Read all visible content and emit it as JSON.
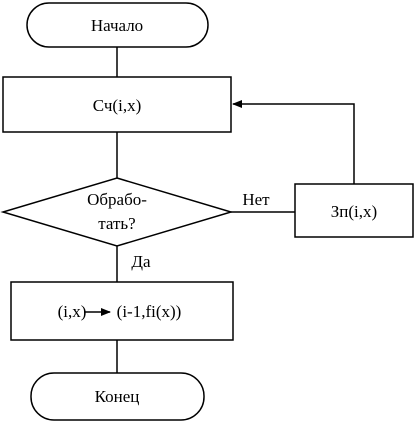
{
  "diagram": {
    "start": "Начало",
    "read": "Сч(i,x)",
    "decision": {
      "line1": "Обрабо-",
      "line2": "тать?"
    },
    "no_label": "Нет",
    "yes_label": "Да",
    "write": "Зп(i,x)",
    "process": {
      "left": "(i,x)",
      "right": "(i-1,fi(x))"
    },
    "end": "Конец"
  }
}
